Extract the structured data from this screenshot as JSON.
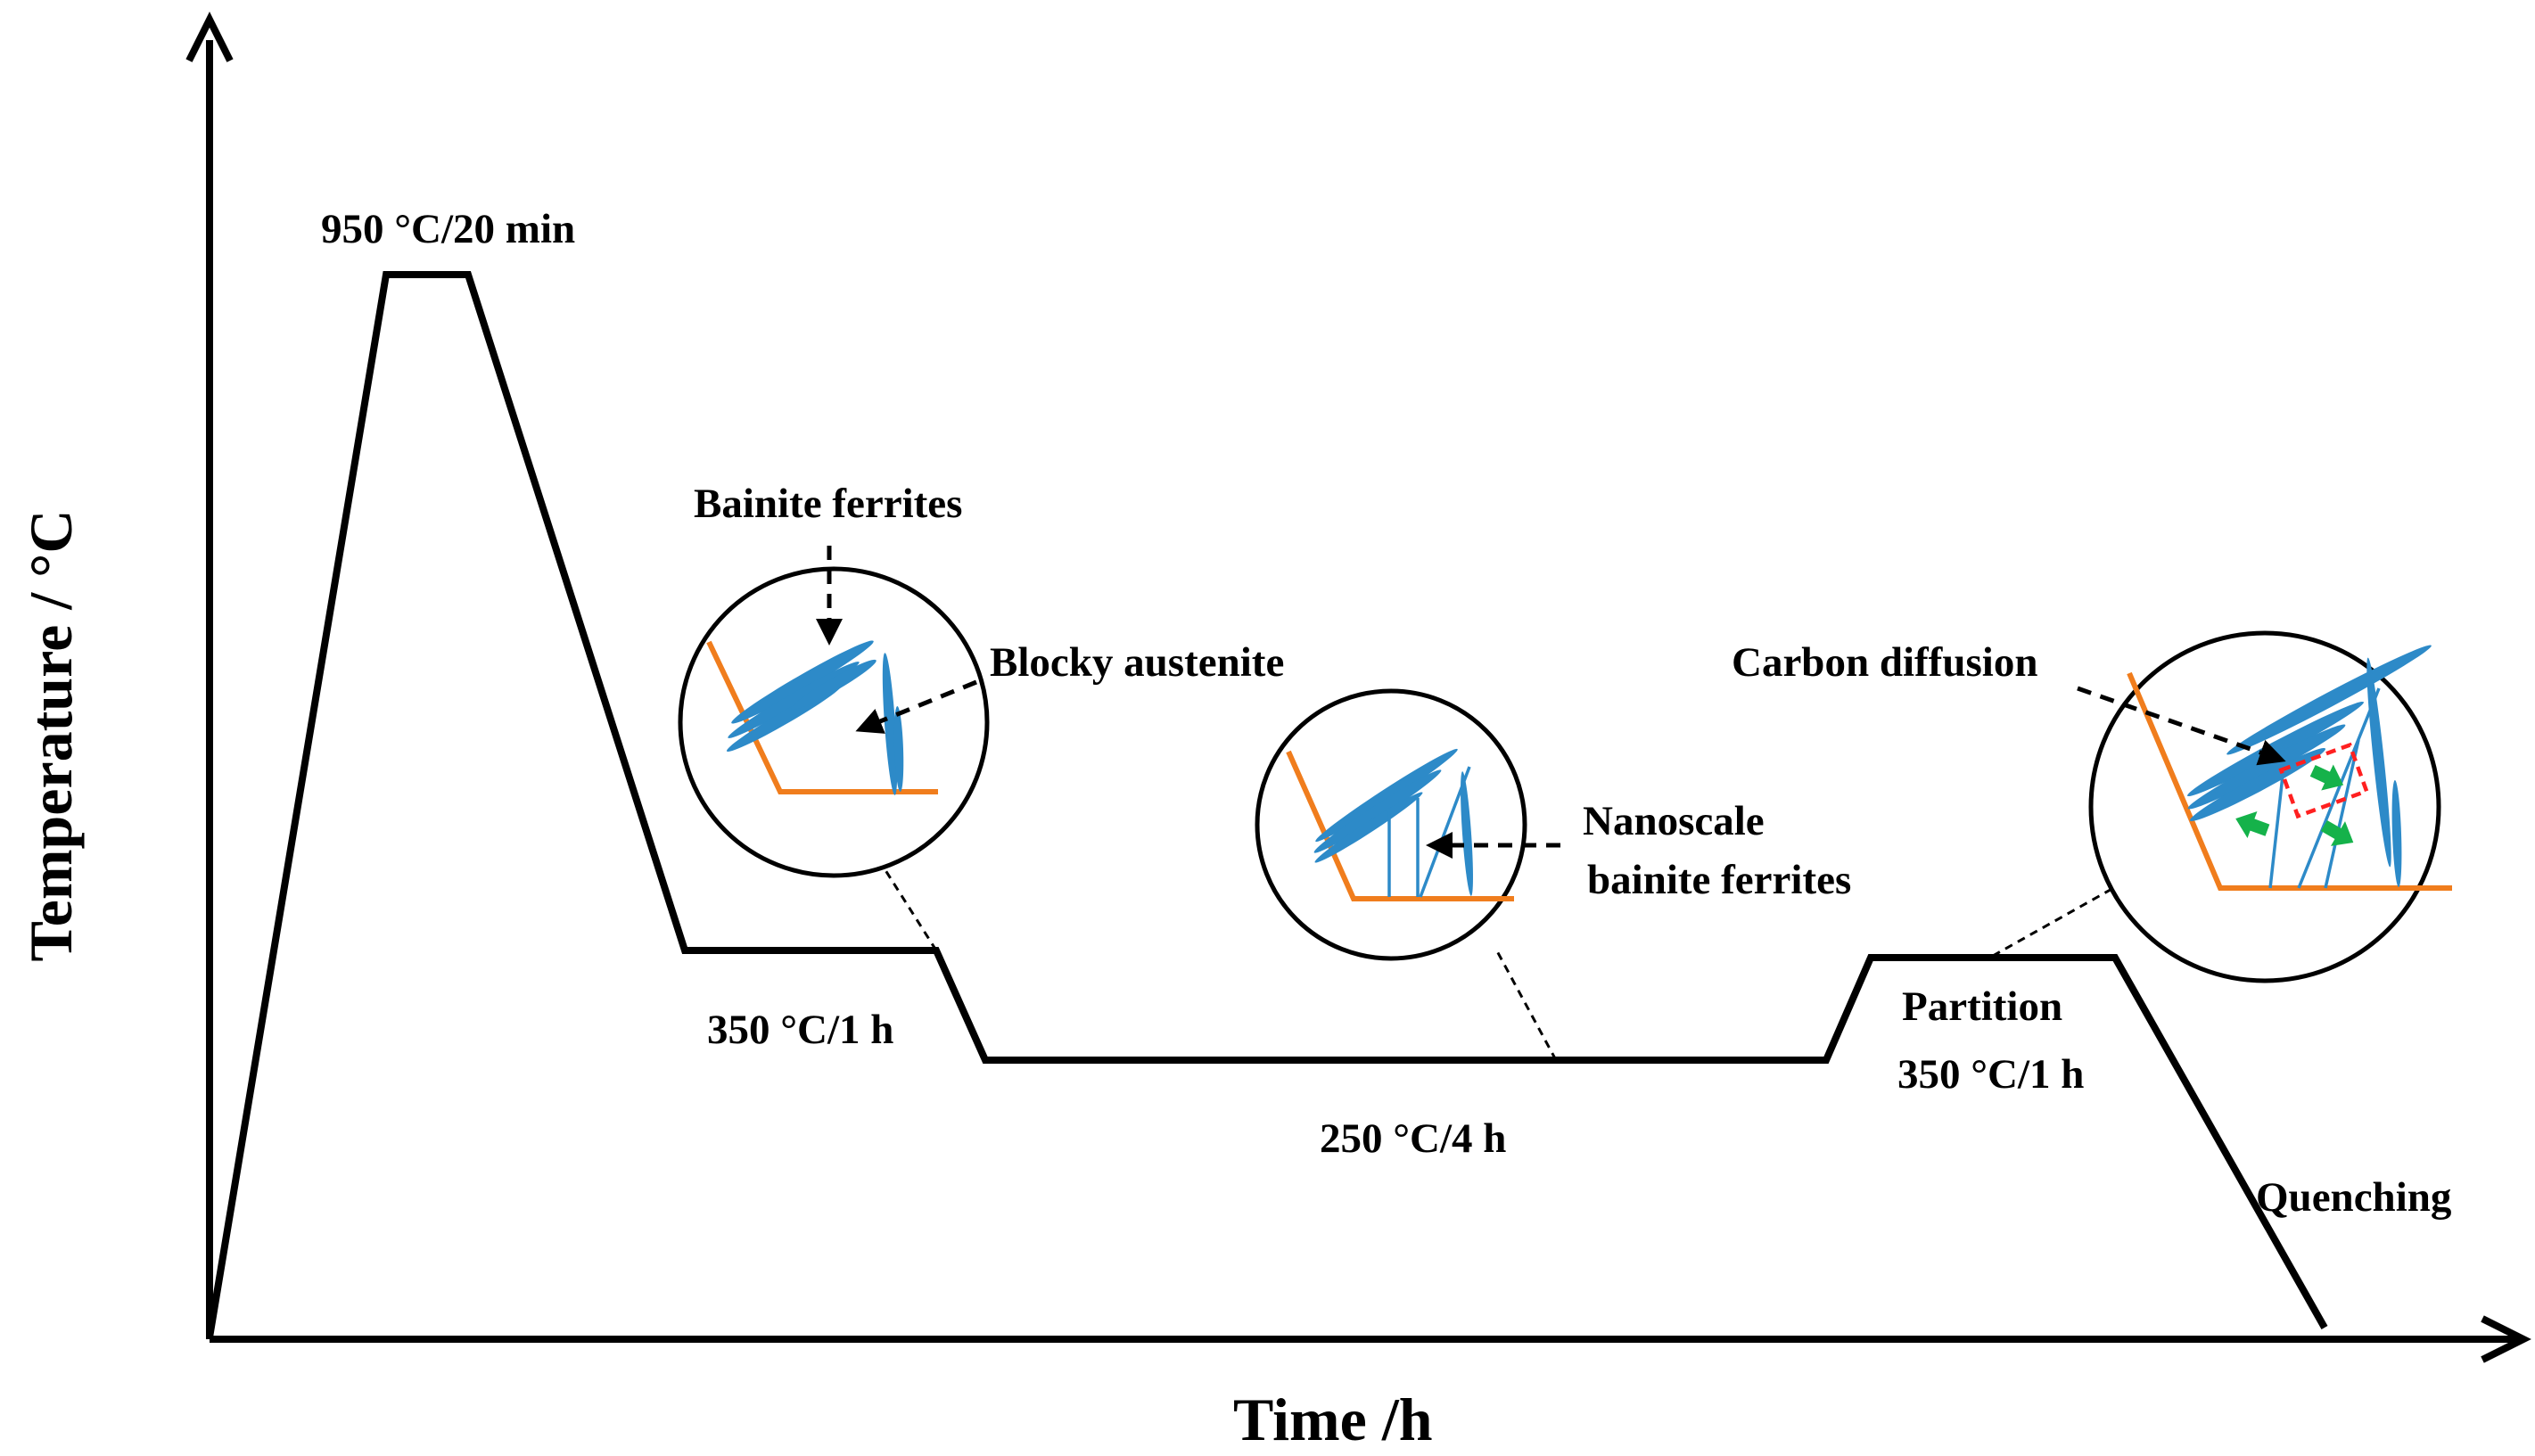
{
  "axes": {
    "x_label": "Time /h",
    "y_label": "Temperature / °C"
  },
  "stages": {
    "austenitize": "950 °C/20 min",
    "hold1": "350 °C/1 h",
    "hold2": "250 °C/4 h",
    "partition_title": "Partition",
    "partition_temp": "350 °C/1 h",
    "quenching": "Quenching"
  },
  "annotations": {
    "bainite_ferrites": "Bainite ferrites",
    "blocky_austenite": "Blocky austenite",
    "nanoscale_line1": "Nanoscale",
    "nanoscale_line2": "bainite ferrites",
    "carbon_diffusion": "Carbon diffusion"
  },
  "colors": {
    "process_line": "#000000",
    "grain_boundary": "#f07d1d",
    "ferrite_lath": "#2d8ac8",
    "diffusion_zone": "#ff2020",
    "diffusion_arrow": "#15b24a"
  }
}
